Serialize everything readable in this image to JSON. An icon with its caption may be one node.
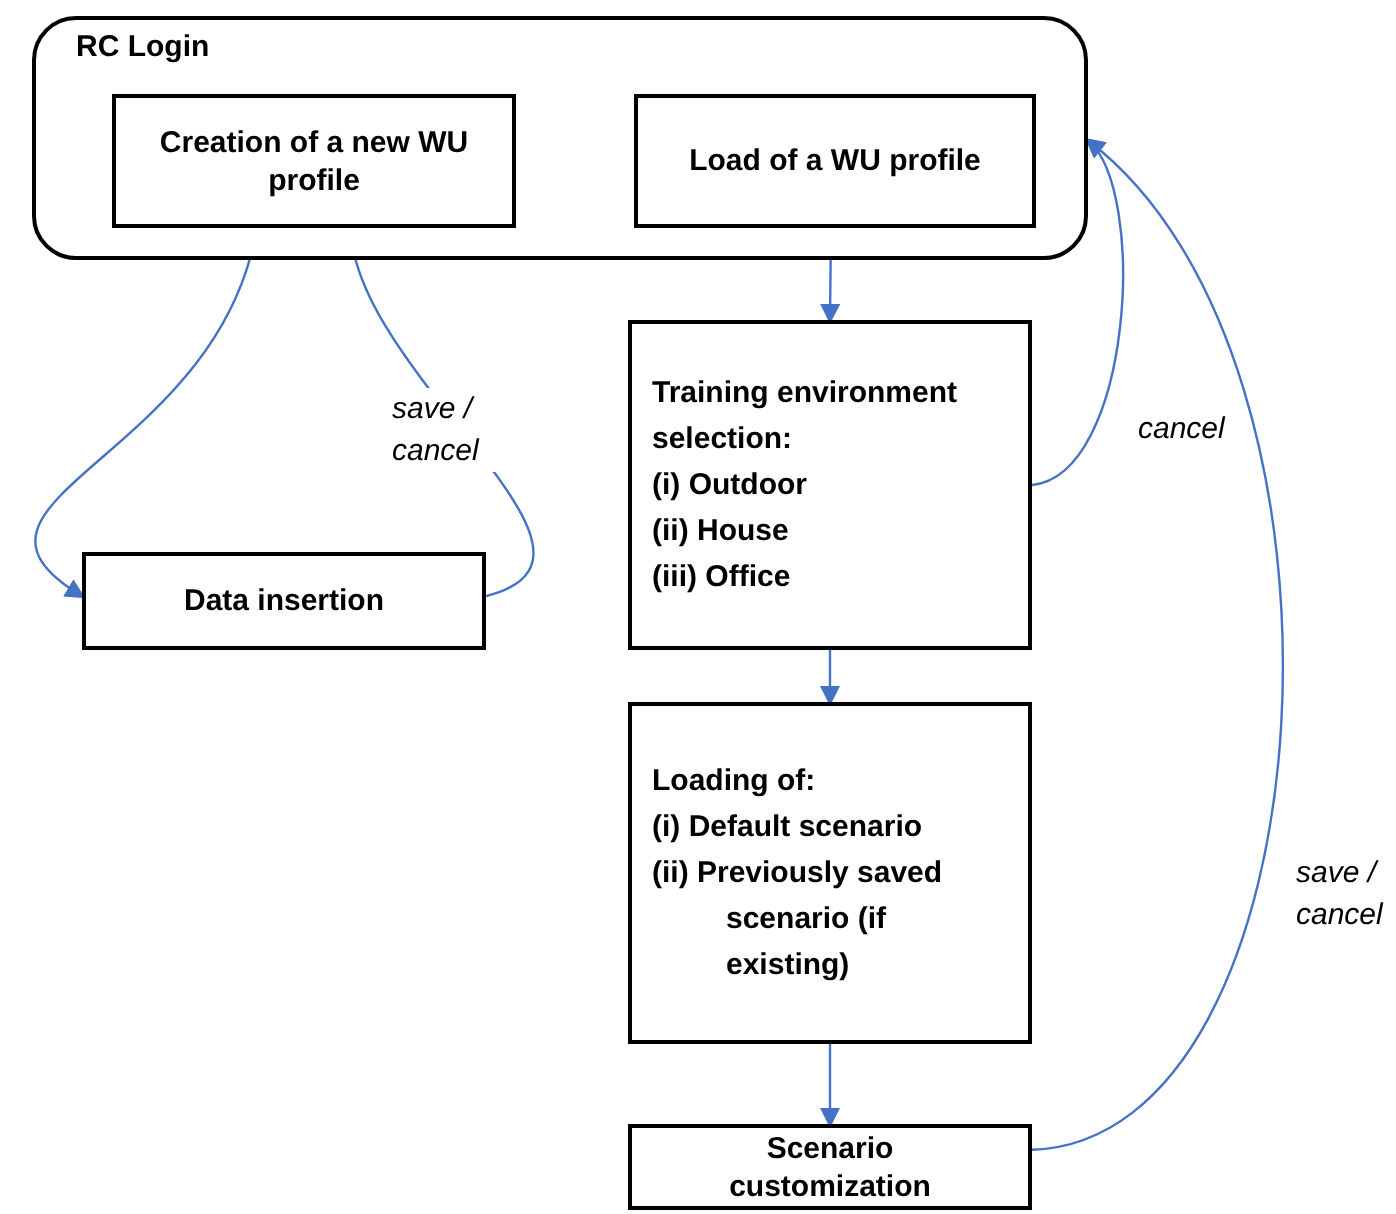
{
  "diagram": {
    "nodes": [
      {
        "text": [
          "RC Login"
        ]
      },
      {
        "text": [
          "Creation of a new WU profile"
        ],
        "in": 0
      },
      {
        "text": [
          "Load of a WU profile"
        ],
        "in": 0
      },
      {
        "text": [
          "Data insertion"
        ]
      },
      {
        "text": [
          "Training environment selection:",
          "(i) Outdoor",
          "(ii) House",
          "(iii) Office"
        ]
      },
      {
        "text": [
          "Loading of:",
          "(i) Default scenario",
          "(ii) Previously saved scenario (if existing)"
        ]
      },
      {
        "text": [
          "Scenario customization"
        ]
      }
    ],
    "edges": [
      {
        "from": 1,
        "to": 3,
        "arrow": "to"
      },
      {
        "from": 3,
        "to": 1,
        "arrow": "to",
        "label": "save / cancel"
      },
      {
        "from": 2,
        "to": 4,
        "arrow": "to"
      },
      {
        "from": 4,
        "to": 0,
        "arrow": "to",
        "label": "cancel"
      },
      {
        "from": 4,
        "to": 5,
        "arrow": "to"
      },
      {
        "from": 5,
        "to": 6,
        "arrow": "to"
      },
      {
        "from": 6,
        "to": 0,
        "arrow": "to",
        "label": "save / cancel"
      }
    ]
  }
}
